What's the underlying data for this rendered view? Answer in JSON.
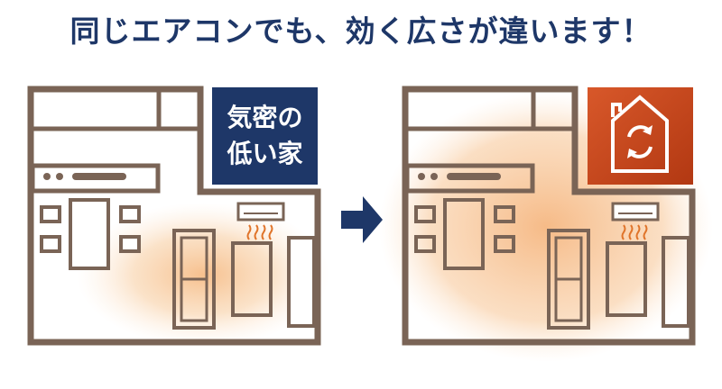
{
  "headline": "同じエアコンでも、効く広さが違います！",
  "left_badge": {
    "line1": "気密の",
    "line2": "低い家"
  },
  "right_badge": {
    "icon": "house-circulation-icon"
  },
  "arrow": {
    "icon": "right-arrow-icon"
  },
  "colors": {
    "navy": "#1e3768",
    "wall": "#7a6456",
    "warm_glow": "#f6c08a",
    "badge_orange": "#c8481b"
  }
}
